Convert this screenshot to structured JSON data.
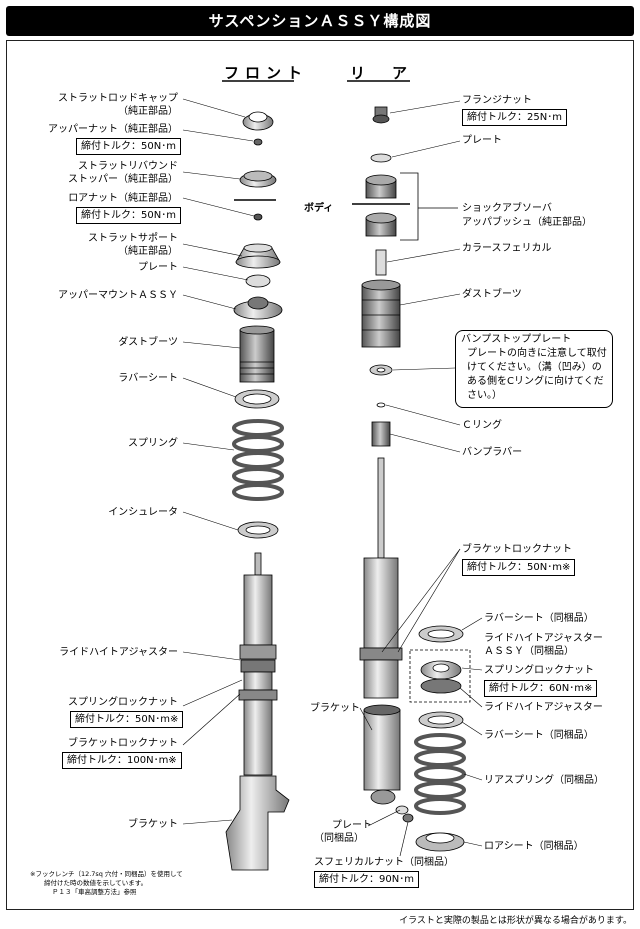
{
  "title": "サスペンションＡＳＳＹ構成図",
  "sections": {
    "front": "フロント",
    "rear": "リ　ア"
  },
  "front": {
    "strut_rod_cap": [
      "ストラットロッドキャップ",
      "（純正部品）"
    ],
    "upper_nut": "アッパーナット（純正部品）",
    "upper_nut_torque": "締付トルク：50N･m",
    "strut_rebound_stopper": [
      "ストラットリバウンド",
      "ストッパー（純正部品）"
    ],
    "lower_nut": "ロアナット（純正部品）",
    "lower_nut_torque": "締付トルク：50N･m",
    "strut_support": [
      "ストラットサポート",
      "（純正部品）"
    ],
    "plate": "プレート",
    "upper_mount": "アッパーマウントＡＳＳＹ",
    "dust_boot": "ダストブーツ",
    "rubber_seat": "ラバーシート",
    "spring": "スプリング",
    "insulator": "インシュレータ",
    "ride_height_adjuster": "ライドハイトアジャスター",
    "spring_lock_nut": "スプリングロックナット",
    "spring_lock_nut_torque": "締付トルク：50N･m※",
    "bracket_lock_nut": "ブラケットロックナット",
    "bracket_lock_nut_torque": "締付トルク：100N･m※",
    "bracket": "ブラケット"
  },
  "body_label": "ボディ",
  "rear": {
    "flange_nut": "フランジナット",
    "flange_nut_torque": "締付トルク：25N･m",
    "plate": "プレート",
    "shock_bush": [
      "ショックアブソーバ",
      "アッパブッシュ（純正部品）"
    ],
    "collar": "カラースフェリカル",
    "dust_boot": "ダストブーツ",
    "bump_stop_plate_title": "バンプストッププレート",
    "bump_stop_plate_note": "プレートの向きに注意して取付けてください。（溝（凹み）のある側をCリングに向けてください。）",
    "c_ring": "Ｃリング",
    "bump_rubber": "バンプラバー",
    "bracket_lock_nut": "ブラケットロックナット",
    "bracket_lock_nut_torque": "締付トルク：50N･m※",
    "rubber_seat_top": "ラバーシート（同梱品）",
    "ride_height_adjuster_assy": [
      "ライドハイトアジャスター",
      "ＡＳＳＹ（同梱品）"
    ],
    "spring_lock_nut": "スプリングロックナット",
    "spring_lock_nut_torque": "締付トルク：60N･m※",
    "ride_height_adjuster": "ライドハイトアジャスター",
    "bracket": "ブラケット",
    "rubber_seat_bottom": "ラバーシート（同梱品）",
    "rear_spring": "リアスプリング（同梱品）",
    "plate_lower": [
      "プレート",
      "（同梱品）"
    ],
    "lower_seat": "ロアシート（同梱品）",
    "spherical_nut": "スフェリカルナット（同梱品）",
    "spherical_nut_torque": "締付トルク：90N･m"
  },
  "footnote": [
    "※フックレンチ（12.7sq 穴付・同梱品）を使用して",
    "締付けた時の数値を示しています。",
    "Ｐ１３「車高調整方法」参照"
  ],
  "bottom_note": "イラストと実際の製品とは形状が異なる場合があります。"
}
